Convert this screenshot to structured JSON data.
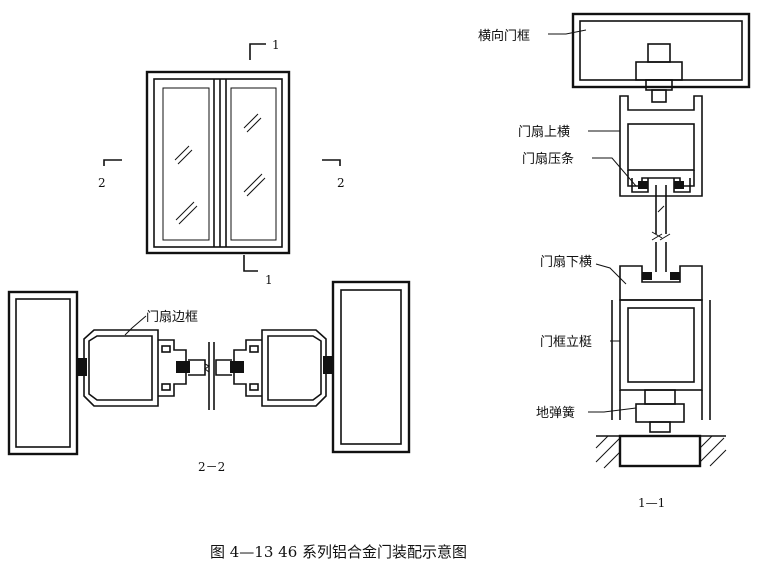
{
  "labels": {
    "frame_head": "横向门框",
    "sash_top_rail": "门扇上横",
    "glazing_bead": "门扇压条",
    "sash_bottom_rail": "门扇下横",
    "frame_jamb": "门框立梃",
    "floor_spring": "地弹簧",
    "sash_stile": "门扇边框"
  },
  "section_marks": {
    "one_top": "1",
    "one_bottom": "1",
    "two_left": "2",
    "two_right": "2",
    "section_2_2": "2－2",
    "section_1_1": "1—1"
  },
  "caption": "图 4—13   46 系列铝合金门装配示意图"
}
